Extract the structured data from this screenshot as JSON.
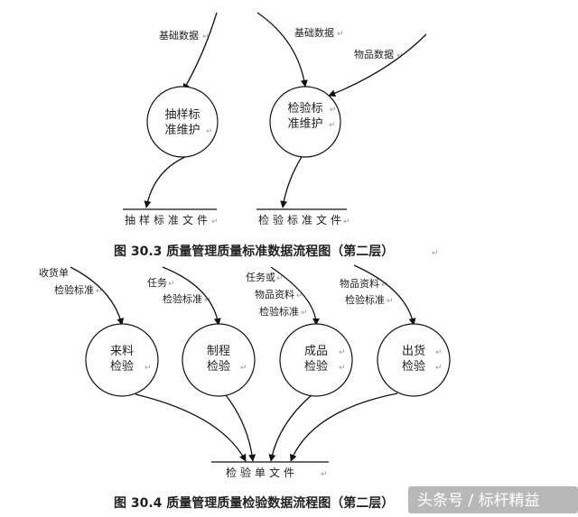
{
  "fig1": {
    "inputs": {
      "a": "基础数据",
      "b": "基础数据",
      "c": "物品数据"
    },
    "nodes": {
      "sampling": [
        "抽样标",
        "准维护"
      ],
      "inspect": [
        "检验标",
        "准维护"
      ]
    },
    "stores": {
      "sampling": "抽样标准文件",
      "inspect": "检验标准文件"
    },
    "caption": "图 30.3  质量管理质量标准数据流程图（第二层）"
  },
  "fig2": {
    "inputs": {
      "incoming": [
        "收货单",
        "检验标准"
      ],
      "process": [
        "任务",
        "检验标准"
      ],
      "product": [
        "任务或",
        "物品资料",
        "检验标准"
      ],
      "shipping": [
        "物品资料",
        "检验标准"
      ]
    },
    "nodes": {
      "incoming": [
        "来料",
        "检验"
      ],
      "process": [
        "制程",
        "检验"
      ],
      "product": [
        "成品",
        "检验"
      ],
      "shipping": [
        "出货",
        "检验"
      ]
    },
    "store": "检验单文件",
    "caption": "图 30.4  质量管理质量检验数据流程图（第二层）"
  },
  "watermark": {
    "text": "头条号 / 标杆精益"
  },
  "colors": {
    "line": "#111111",
    "text": "#222222",
    "mark": "#9a9a9a",
    "watermark": "#ffffff"
  }
}
